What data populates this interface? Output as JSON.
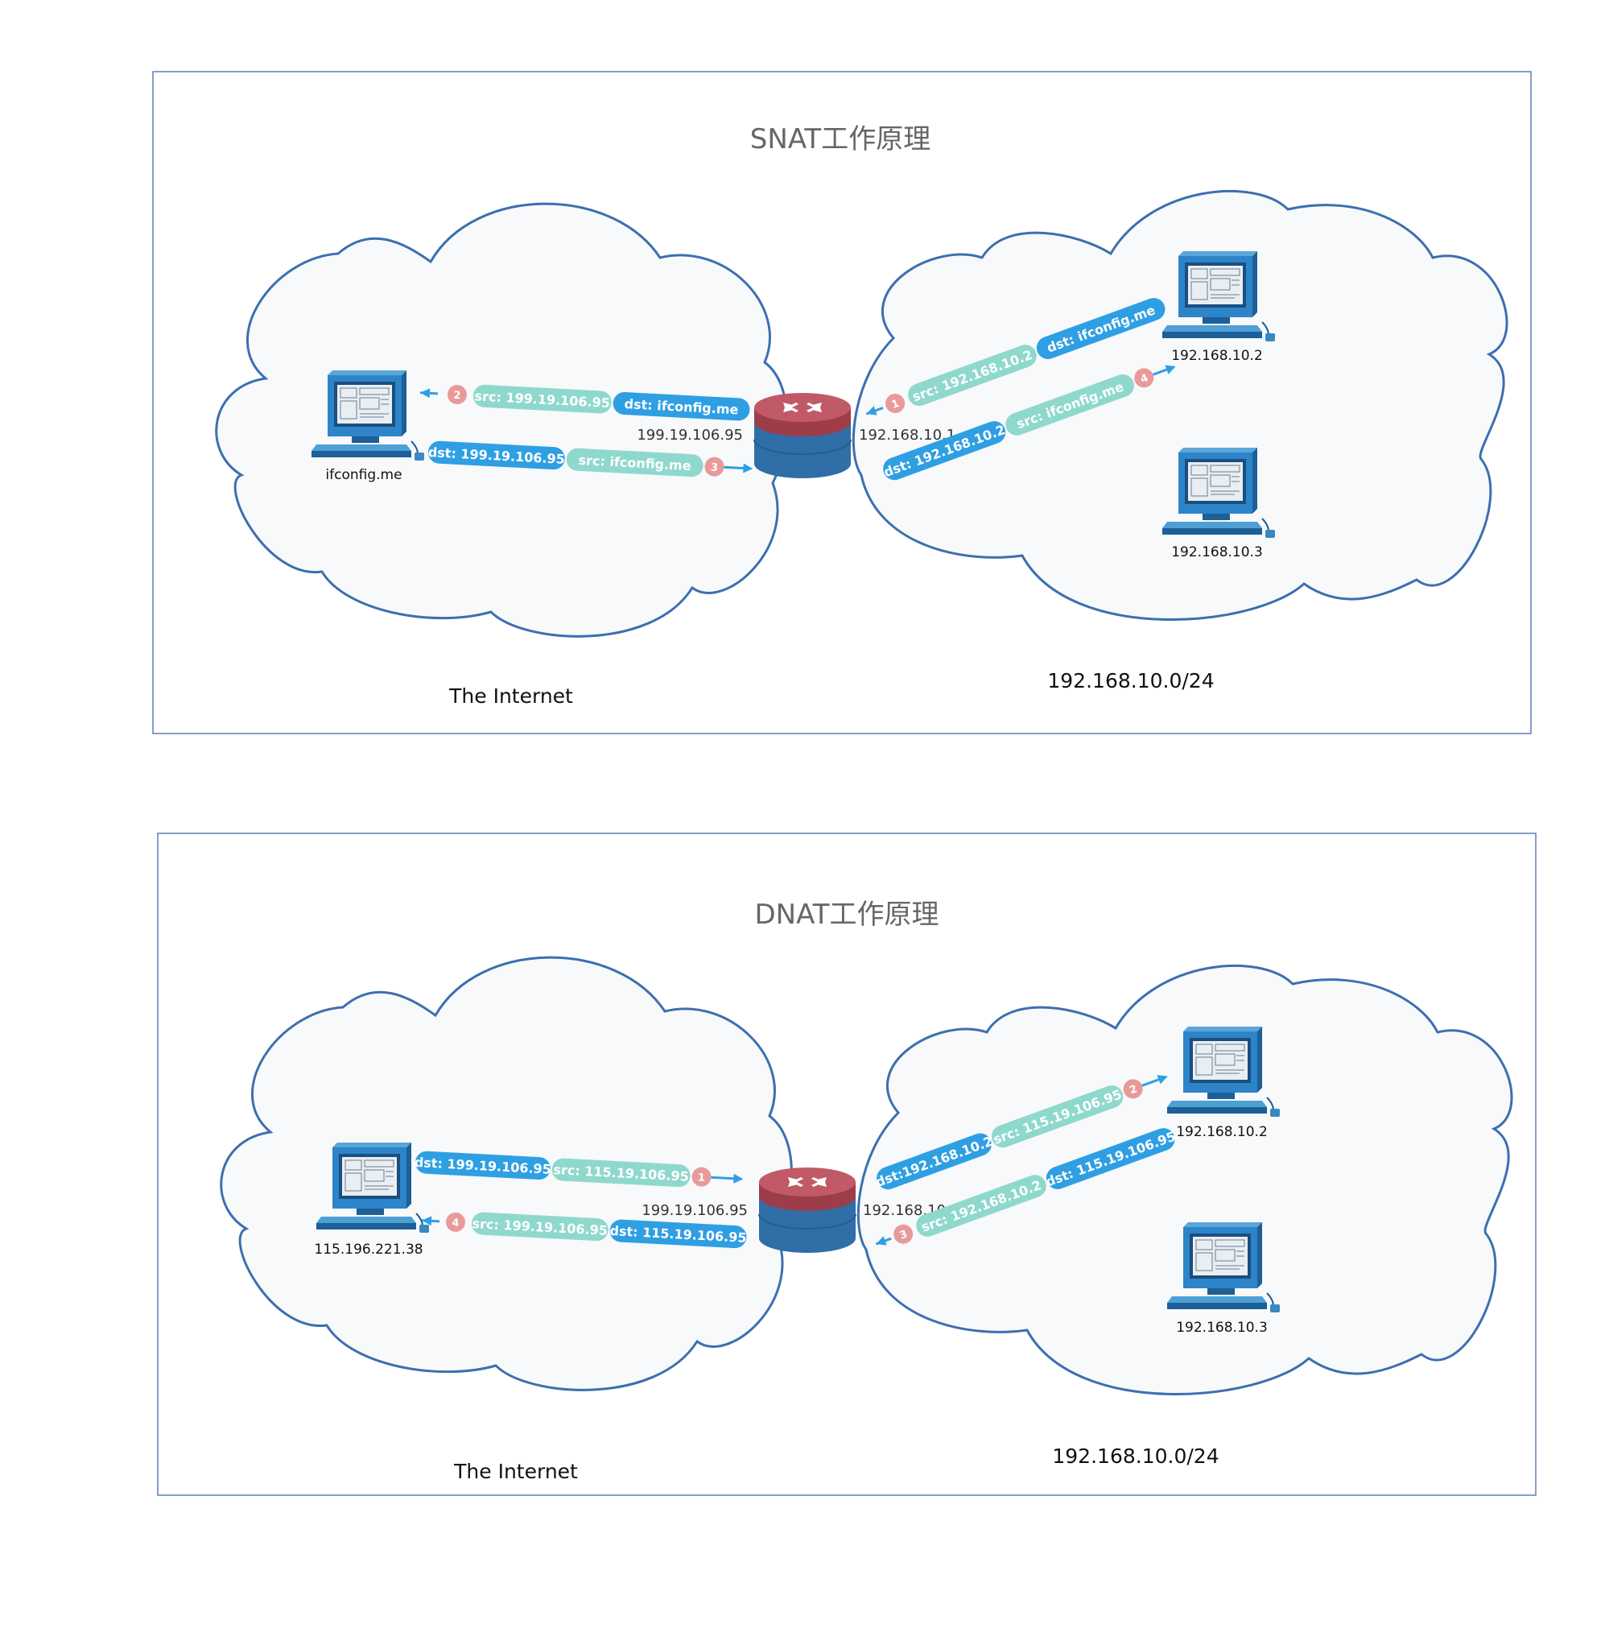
{
  "colors": {
    "frame": "#5f7fb8",
    "cloud_stroke": "#3c6fb0",
    "cloud_fill": "#f8f9fa",
    "pill_blue": "#2f9fe3",
    "pill_teal": "#8fd8cd",
    "step_badge": "#e89a9a",
    "arrow": "#2f9fe3",
    "router_top": "#b5525e",
    "router_body": "#2f6ea7"
  },
  "panels": [
    {
      "title": "SNAT工作原理",
      "internet_label": "The  Internet",
      "lan_label": "192.168.10.0/24",
      "router_wan_ip": "199.19.106.95",
      "router_lan_ip": "192.168.10.1",
      "internet_host": {
        "label": "ifconfig.me",
        "icon": "computer-icon"
      },
      "lan_hosts": [
        {
          "label": "192.168.10.2",
          "icon": "computer-icon"
        },
        {
          "label": "192.168.10.3",
          "icon": "computer-icon"
        }
      ],
      "flows": [
        {
          "step": "1",
          "segments": [
            "src: 192.168.10.2",
            "dst: ifconfig.me"
          ]
        },
        {
          "step": "2",
          "segments": [
            "src: 199.19.106.95",
            "dst: ifconfig.me"
          ]
        },
        {
          "step": "3",
          "segments": [
            "dst: 199.19.106.95",
            "src: ifconfig.me"
          ]
        },
        {
          "step": "4",
          "segments": [
            "dst: 192.168.10.2",
            "src: ifconfig.me"
          ]
        }
      ]
    },
    {
      "title": "DNAT工作原理",
      "internet_label": "The  Internet",
      "lan_label": "192.168.10.0/24",
      "router_wan_ip": "199.19.106.95",
      "router_lan_ip": "192.168.10.1",
      "internet_host": {
        "label": "115.196.221.38",
        "icon": "computer-icon"
      },
      "lan_hosts": [
        {
          "label": "192.168.10.2",
          "icon": "computer-icon"
        },
        {
          "label": "192.168.10.3",
          "icon": "computer-icon"
        }
      ],
      "flows": [
        {
          "step": "1",
          "segments": [
            "dst: 199.19.106.95",
            "src: 115.19.106.95"
          ]
        },
        {
          "step": "2",
          "segments": [
            "dst:192.168.10.2",
            "src: 115.19.106.95"
          ]
        },
        {
          "step": "3",
          "segments": [
            "src: 192.168.10.2",
            "dst: 115.19.106.95"
          ]
        },
        {
          "step": "4",
          "segments": [
            "src: 199.19.106.95",
            "dst: 115.19.106.95"
          ]
        }
      ]
    }
  ]
}
